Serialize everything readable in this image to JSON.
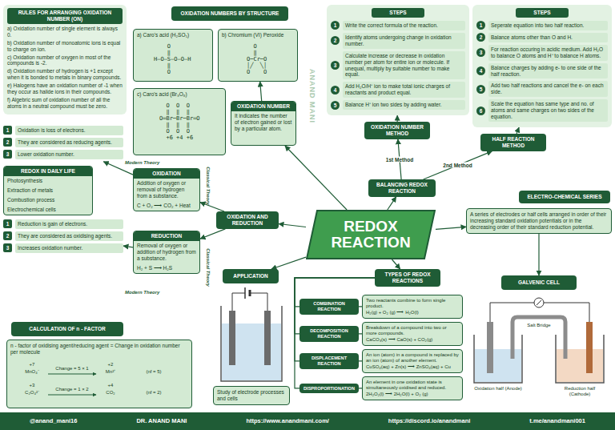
{
  "diagram": {
    "nodes": [
      {
        "text": [
          "RULES FOR ARRANGING OXIDATION NUMBER (ON)",
          "a) Oxidation number of single element is always 0.",
          "b) Oxidation number of monoatomic ions is equal to charge on ion.",
          "c) Oxidation number of oxygen in most of the compounds is -2.",
          "d) Oxidation number of hydrogen is +1 except when it is bonded to metals in binary compounds.",
          "e) Halogens have an oxidation number of -1 when they occur as halide ions in their compounds.",
          "f) Algebric sum of oxidation number of all the atoms in a neutral compound must be zero."
        ]
      },
      {
        "text": [
          "OXIDATION NUMBERS BY STRUCTURE"
        ]
      },
      {
        "text": [
          "a) Caro's acid (H₂SO₅)"
        ]
      },
      {
        "text": [
          "b) Chromium (VI) Peroxide"
        ]
      },
      {
        "text": [
          "c) Caro's acid (Br₃O₈)"
        ]
      },
      {
        "text": [
          "OXIDATION NUMBER",
          "It indicates the number of electron gained or lost by a particular atom."
        ]
      },
      {
        "text": [
          "STEPS",
          "1",
          "Write the correct formula of the reaction.",
          "2",
          "Identify atoms undergoing change in oxidation number.",
          "3",
          "Calculate increase or decrease in oxidation number per atom for entire ion or molecule. If unequal, multiply by suitable number to make equal.",
          "4",
          "Add H₂O/H⁺ ion to make total ionic charges of reactants and product equal.",
          "5",
          "Balance H⁺ ion two sides by adding water."
        ]
      },
      {
        "text": [
          "OXIDATION NUMBER METHOD"
        ]
      },
      {
        "text": [
          "BALANCING REDOX REACTION"
        ]
      },
      {
        "text": [
          "HALF REACTION METHOD"
        ]
      },
      {
        "text": [
          "STEPS",
          "1",
          "Seperate equation into two half reaction.",
          "2",
          "Balance atoms other than O and H.",
          "3",
          "For reaction occuring in acidic medium. Add H₂O to balance O atoms and H⁺ to balance H atoms.",
          "4",
          "Balance charges by adding e- to one side of the half reaction.",
          "5",
          "Add two half reactions and cancel the e- on each side.",
          "6",
          "Scale the equation has same type and no. of atoms and same charges on two sides of the equation."
        ]
      },
      {
        "text": [
          "ELECTRO-CHEMICAL SERIES"
        ]
      },
      {
        "text": [
          "A series of electrodes or half cells arranged in order of their increasing standard oxidation potentials or in the decreasing order of their standard reduction potential."
        ]
      },
      {
        "text": [
          "GALVENIC CELL"
        ]
      },
      {
        "text": [
          "REDOX REACTION"
        ]
      },
      {
        "text": [
          "1",
          "Oxidation is loss of electrons.",
          "2",
          "They are considered as reducing agents.",
          "3",
          "Lower oxidation number."
        ]
      },
      {
        "text": [
          "REDOX IN DAILY LIFE",
          "Photosynthesis",
          "Extraction of metals",
          "Combustion process",
          "Electrochemical cells"
        ]
      },
      {
        "text": [
          "1",
          "Reduction is gain of electrons.",
          "2",
          "They are considered as oxidising agents.",
          "3",
          "Increases oxidation number."
        ]
      },
      {
        "text": [
          "CALCULATION OF n - FACTOR"
        ]
      },
      {
        "text": [
          "n - factor of oxidising agent/reducing agent = Change in oxidation number per molecule"
        ]
      },
      {
        "text": [
          "OXIDATION",
          "Addition of oxygen or removal of hydrogen from a substance.",
          "C + O₂ ⟶ CO₂ + Heat"
        ]
      },
      {
        "text": [
          "OXIDATION AND REDUCTION"
        ]
      },
      {
        "text": [
          "REDUCTION",
          "Removal of oxygen or addition of hydrogen from a substance.",
          "H₂ + S ⟶ H₂S"
        ]
      },
      {
        "text": [
          "APPLICATION"
        ]
      },
      {
        "text": [
          "Study of electrode processes and cells"
        ]
      },
      {
        "text": [
          "TYPES OF REDOX REACTIONS"
        ]
      },
      {
        "text": [
          "COMBINATION REACTION"
        ]
      },
      {
        "text": [
          "Two reactants combine to form single product.",
          "H₂(g) + O₂ (g) ⟶ H₂O(l)"
        ]
      },
      {
        "text": [
          "DECOMPOSITION REACTION"
        ]
      },
      {
        "text": [
          "Breakdown of a compound into two or more compounds.",
          "CaCO₃(s) ⟶ CaO(s) + CO₂(g)"
        ]
      },
      {
        "text": [
          "DISPLACEMENT REACTION"
        ]
      },
      {
        "text": [
          "An ion (atom) in a compound is replaced by an ion (atom) of another element.",
          "CuSO₄(aq) + Zn(s) ⟶ ZnSO₄(aq) + Cu"
        ]
      },
      {
        "text": [
          "DISPROPORTIONATION"
        ]
      },
      {
        "text": [
          "An element in one oxidation state is simultaneously oxidised and reduced.",
          "2H₂O₂(l) ⟶ 2H₂O(l) + O₂ (g)"
        ]
      },
      {
        "text": [
          "@anand_mani16",
          "DR. ANAND MANI",
          "https://www.anandmani.com/",
          "https://discord.io/anandmani",
          "t.me/anandmani001"
        ]
      }
    ],
    "edges": [
      {
        "from": 14,
        "to": 5,
        "arrow": "to"
      },
      {
        "from": 14,
        "to": 21,
        "arrow": "to"
      },
      {
        "from": 14,
        "to": 23,
        "arrow": "to"
      },
      {
        "from": 14,
        "to": 25,
        "arrow": "to"
      },
      {
        "from": 14,
        "to": 8,
        "arrow": "to"
      },
      {
        "from": 14,
        "to": 12,
        "arrow": "to"
      },
      {
        "from": 8,
        "to": 7,
        "label": "1st Method",
        "arrow": "to"
      },
      {
        "from": 8,
        "to": 9,
        "label": "2nd Method",
        "arrow": "to"
      },
      {
        "from": 7,
        "to": 6,
        "arrow": "to"
      },
      {
        "from": 9,
        "to": 10,
        "arrow": "to"
      },
      {
        "from": 5,
        "to": 3,
        "arrow": "to"
      },
      {
        "from": 21,
        "to": 20,
        "arrow": "to"
      },
      {
        "from": 21,
        "to": 22,
        "arrow": "to"
      },
      {
        "from": 20,
        "to": 15,
        "arrow": "to"
      },
      {
        "from": 22,
        "to": 17,
        "arrow": "to"
      },
      {
        "from": 12,
        "to": 13,
        "arrow": "to"
      },
      {
        "from": 25,
        "to": 26,
        "arrow": "none"
      },
      {
        "from": 25,
        "to": 28,
        "arrow": "none"
      },
      {
        "from": 25,
        "to": 30,
        "arrow": "none"
      },
      {
        "from": 25,
        "to": 32,
        "arrow": "none"
      },
      {
        "from": 26,
        "to": 27,
        "arrow": "none"
      },
      {
        "from": 28,
        "to": 29,
        "arrow": "none"
      },
      {
        "from": 30,
        "to": 31,
        "arrow": "none"
      },
      {
        "from": 32,
        "to": 33,
        "arrow": "none"
      }
    ],
    "labels": [
      "Modern Theory",
      "Classical Theory",
      "Classical Theory",
      "Modern Theory",
      "    O",
      "    ‖",
      "H–O–S–O–O–H",
      "    ‖",
      "    O",
      "  O",
      "  ‖",
      "O─Cr─O",
      "│╱  ╲│",
      "O    O",
      "  O  O  O",
      "  ‖  ‖  ‖",
      "O═Br─Br─Br═O",
      "  ‖  ‖  ‖",
      "  O  O  O",
      "  +6 +4 +6",
      "+7",
      "MnO₄⁻",
      "Change = 5 × 1",
      "+2",
      "Mn²⁺",
      "(nf = 5)",
      "+3",
      "C₂O₄²⁻",
      "Change = 1 × 2",
      "+4",
      "CO₂",
      "(nf = 2)",
      "Salt Bridge",
      "Oxidation half (Anode)",
      "Reduction half (Cathode)",
      "ANAND MANI"
    ]
  }
}
